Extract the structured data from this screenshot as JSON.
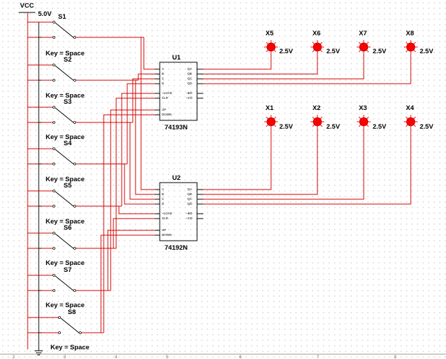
{
  "supply": {
    "name": "VCC",
    "voltage": "5.0V"
  },
  "switches": [
    {
      "name": "S1",
      "key": "Key = Space"
    },
    {
      "name": "S2",
      "key": "Key = Space"
    },
    {
      "name": "S3",
      "key": "Key = Space"
    },
    {
      "name": "S4",
      "key": "Key = Space"
    },
    {
      "name": "S5",
      "key": "Key = Space"
    },
    {
      "name": "S6",
      "key": "Key = Space"
    },
    {
      "name": "S7",
      "key": "Key = Space"
    },
    {
      "name": "S8",
      "key": "Key = Space"
    }
  ],
  "chips": [
    {
      "ref": "U1",
      "part": "74193N",
      "pins_left": [
        "A",
        "B",
        "C",
        "D",
        "~LOAD",
        "CLR",
        "UP",
        "DOWN"
      ],
      "pins_right": [
        "QA",
        "QB",
        "QC",
        "QD",
        "~BO",
        "~CO"
      ]
    },
    {
      "ref": "U2",
      "part": "74192N",
      "pins_left": [
        "A",
        "B",
        "C",
        "D",
        "~LOAD",
        "CLR",
        "UP",
        "DOWN"
      ],
      "pins_right": [
        "QA",
        "QB",
        "QC",
        "QD",
        "~BO",
        "~CO"
      ]
    }
  ],
  "probes": [
    {
      "name": "X5",
      "voltage": "2.5V"
    },
    {
      "name": "X6",
      "voltage": "2.5V"
    },
    {
      "name": "X7",
      "voltage": "2.5V"
    },
    {
      "name": "X8",
      "voltage": "2.5V"
    },
    {
      "name": "X1",
      "voltage": "2.5V"
    },
    {
      "name": "X2",
      "voltage": "2.5V"
    },
    {
      "name": "X3",
      "voltage": "2.5V"
    },
    {
      "name": "X4",
      "voltage": "2.5V"
    }
  ],
  "ruler": [
    "2",
    "3",
    "4",
    "5",
    "6",
    "7",
    "8"
  ],
  "colors": {
    "wire": "#d10000",
    "probe": "#ff0000",
    "grid": "#9a9a9a"
  }
}
